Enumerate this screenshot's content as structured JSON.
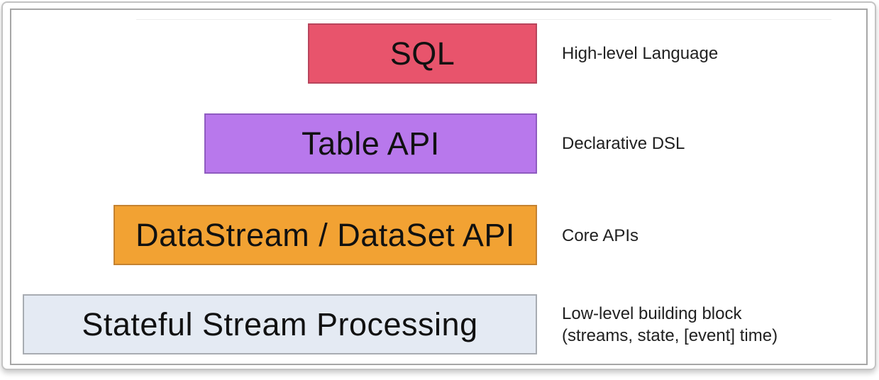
{
  "layers": [
    {
      "label": "SQL",
      "description": "High-level Language",
      "fill_color": "#E8546C",
      "border_color": "#B8455C"
    },
    {
      "label": "Table API",
      "description": "Declarative DSL",
      "fill_color": "#B878EC",
      "border_color": "#8F5BC0"
    },
    {
      "label": "DataStream / DataSet API",
      "description": "Core APIs",
      "fill_color": "#F2A233",
      "border_color": "#C58230"
    },
    {
      "label": "Stateful Stream Processing",
      "description": "Low-level building block (streams, state, [event] time)",
      "fill_color": "#E4EAF3",
      "border_color": "#A8ACB2"
    }
  ]
}
